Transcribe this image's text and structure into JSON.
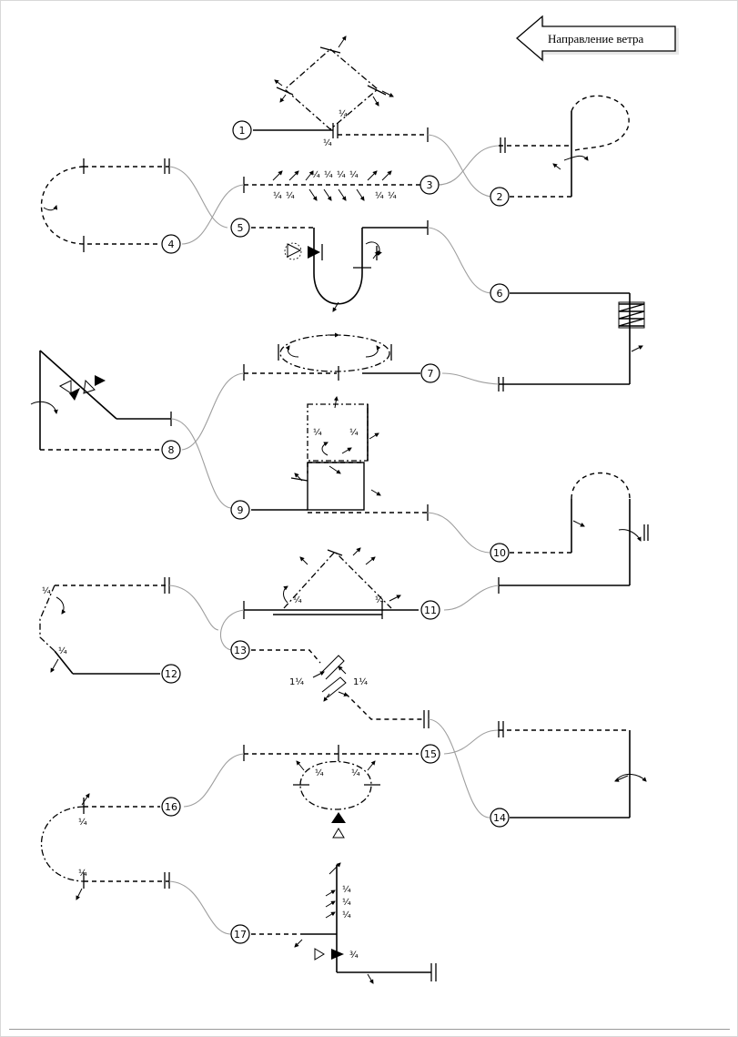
{
  "header": {
    "wind_direction_label": "Направление ветра"
  },
  "figure_numbers": [
    "1",
    "2",
    "3",
    "4",
    "5",
    "6",
    "7",
    "8",
    "9",
    "10",
    "11",
    "12",
    "13",
    "14",
    "15",
    "16",
    "17"
  ],
  "fractions": {
    "quarter": "¼",
    "one_and_quarter": "1¼",
    "three_quarters": "¾"
  },
  "colors": {
    "line": "#000000",
    "connector": "#9e9e9e",
    "background": "#ffffff"
  }
}
